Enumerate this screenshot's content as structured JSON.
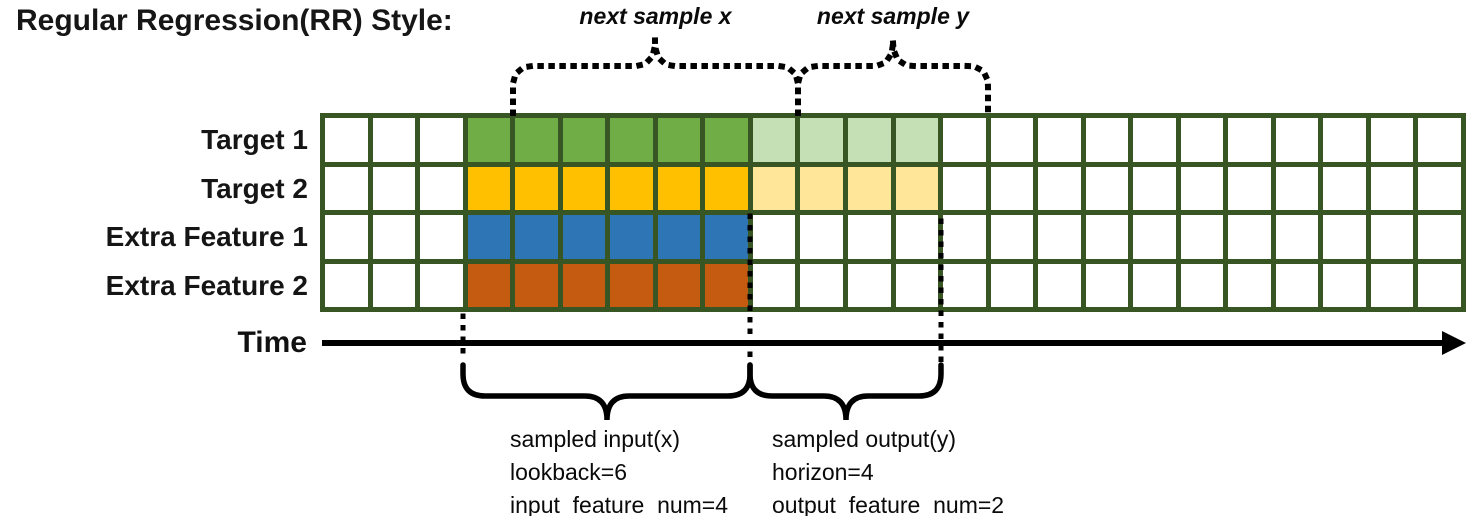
{
  "title": "Regular Regression(RR) Style:",
  "colors": {
    "grid_line": "#375623",
    "target1_input": "#70AD47",
    "target1_output": "#C5E0B4",
    "target2_input": "#FFC000",
    "target2_output": "#FFE699",
    "extra1_input": "#2E75B6",
    "extra2_input": "#C55A11",
    "empty_cell": "#FFFFFF",
    "annotation_ink": "#000000"
  },
  "grid": {
    "columns": 24,
    "input_start_col": 3,
    "lookback": 6,
    "horizon": 4,
    "rows": [
      {
        "label": "Target 1",
        "input_color": "#70AD47",
        "output_color": "#C5E0B4"
      },
      {
        "label": "Target 2",
        "input_color": "#FFC000",
        "output_color": "#FFE699"
      },
      {
        "label": "Extra Feature 1",
        "input_color": "#2E75B6",
        "output_color": null
      },
      {
        "label": "Extra Feature 2",
        "input_color": "#C55A11",
        "output_color": null
      }
    ]
  },
  "annotations": {
    "next_sample_x": "next sample x",
    "next_sample_y": "next sample y",
    "time_label": "Time",
    "input_lines": [
      "sampled input(x)",
      "lookback=6",
      "input_feature_num=4"
    ],
    "output_lines": [
      "sampled output(y)",
      "horizon=4",
      "output_feature_num=2"
    ]
  }
}
